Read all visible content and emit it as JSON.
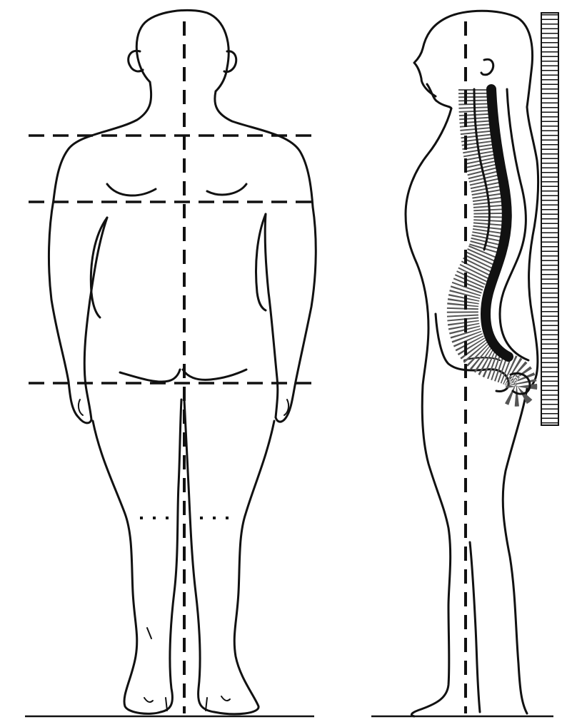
{
  "figure": {
    "views": [
      {
        "id": "posterior",
        "icon": "posterior-standing-figure-icon"
      },
      {
        "id": "lateral",
        "icon": "lateral-standing-figure-icon"
      }
    ],
    "posterior_guides": [
      "shoulder-level",
      "scapula-level",
      "pelvic-level",
      "knee-level"
    ],
    "lateral_guides": [
      "plumb-line"
    ],
    "lateral_elements": [
      "spine",
      "wall-ruler"
    ],
    "colors": {
      "ink": "#111111",
      "background": "#ffffff"
    }
  }
}
